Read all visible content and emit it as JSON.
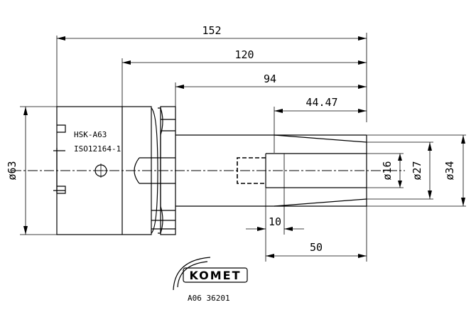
{
  "dimensions": {
    "length_total": "152",
    "length_120": "120",
    "length_94": "94",
    "length_44": "44.47",
    "length_50": "50",
    "length_10": "10",
    "dia_63": "ø63",
    "dia_16": "ø16",
    "dia_27": "ø27",
    "dia_34": "ø34"
  },
  "labels": {
    "interface": "HSK-A63",
    "standard": "ISO12164-1"
  },
  "brand": {
    "name": "KOMET",
    "article_no": "A06 36201"
  }
}
